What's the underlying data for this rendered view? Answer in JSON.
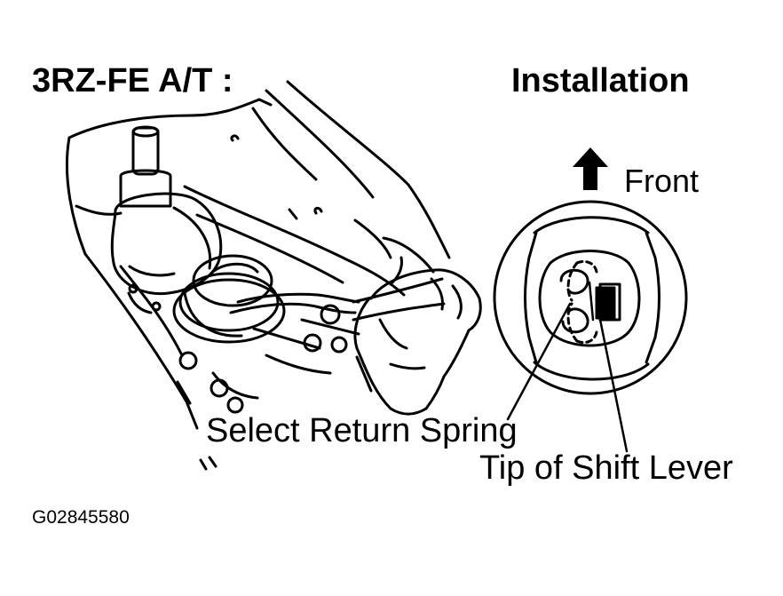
{
  "figure": {
    "engine_label": "3RZ-FE  A/T :",
    "step_label": "Installation",
    "direction_label": "Front",
    "callouts": {
      "spring": "Select Return Spring",
      "lever_tip": "Tip of Shift Lever"
    },
    "figure_code": "G02845580"
  },
  "colors": {
    "ink": "#000000",
    "paper": "#ffffff"
  },
  "icons": {
    "direction": "arrow-up-icon"
  }
}
